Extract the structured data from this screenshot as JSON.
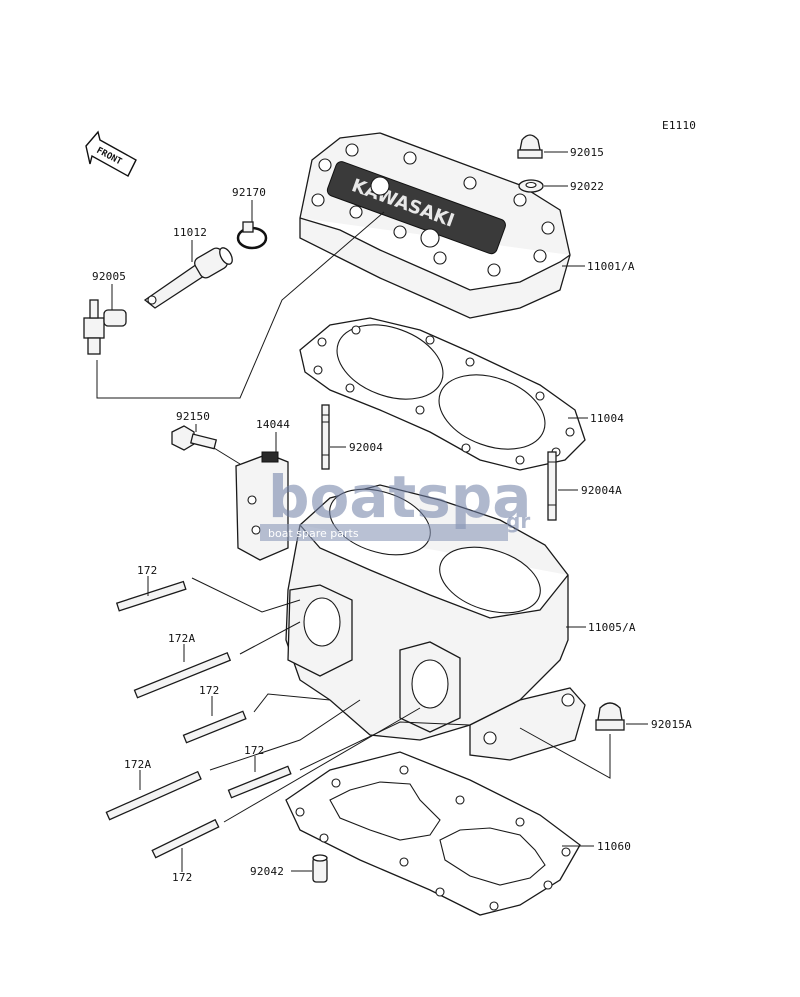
{
  "diagram_code": "E1110",
  "front_label": "FRONT",
  "watermark": {
    "brand": "boatspa",
    "suffix": "gr",
    "tagline": "boat spare parts"
  },
  "head_lettering": "KAWASAKI",
  "parts": {
    "p92015": "92015",
    "p92022": "92022",
    "p92170": "92170",
    "p11012": "11012",
    "p92005": "92005",
    "p11001A": "11001/A",
    "p11004": "11004",
    "p92150": "92150",
    "p14044": "14044",
    "p92004": "92004",
    "p92004A": "92004A",
    "p172_a": "172",
    "p172A_a": "172A",
    "p172_b": "172",
    "p11005A": "11005/A",
    "p172_c": "172",
    "p172A_b": "172A",
    "p92015A": "92015A",
    "p11060": "11060",
    "p92042": "92042",
    "p172_d": "172"
  }
}
